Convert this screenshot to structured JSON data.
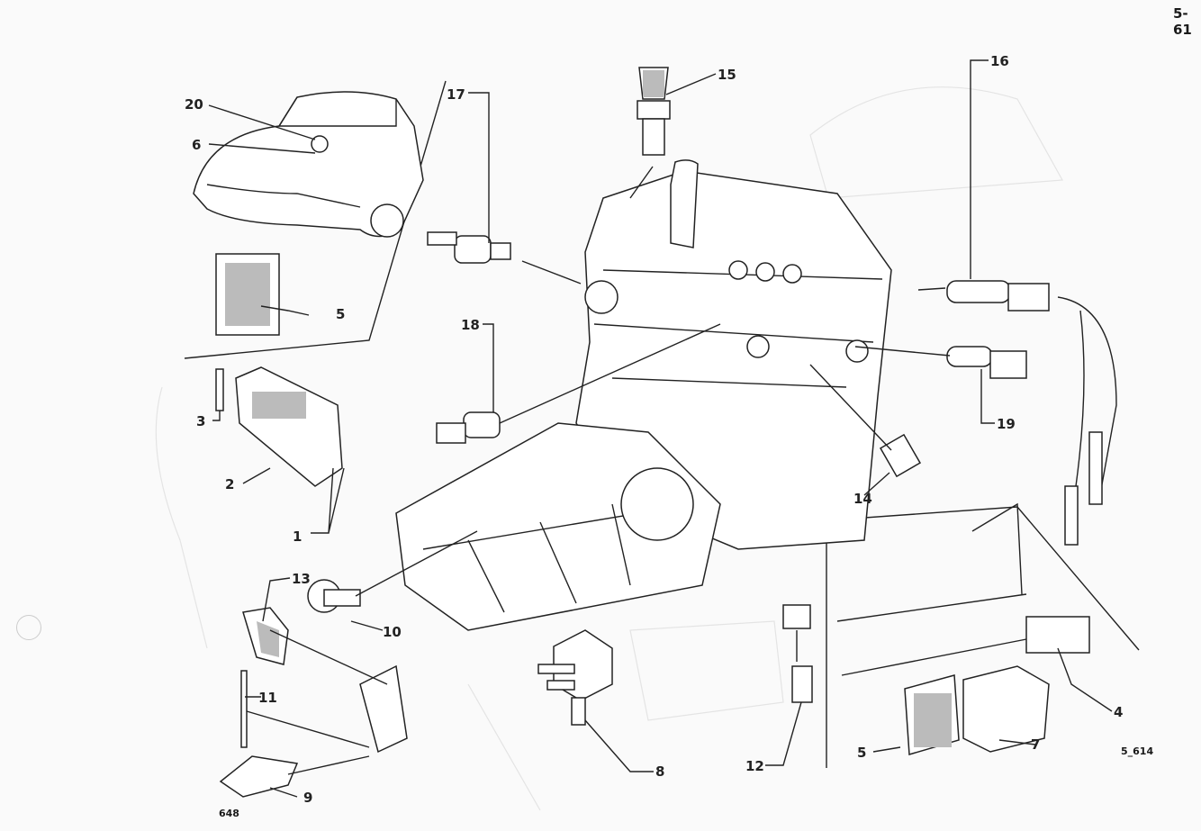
{
  "page_number": "5-61",
  "figure_refs": {
    "main": "648",
    "inset": "5_614"
  },
  "callouts": [
    "20",
    "6",
    "5",
    "17",
    "15",
    "16",
    "18",
    "3",
    "2",
    "1",
    "19",
    "14",
    "13",
    "10",
    "11",
    "9",
    "8",
    "12",
    "5",
    "7",
    "4"
  ]
}
